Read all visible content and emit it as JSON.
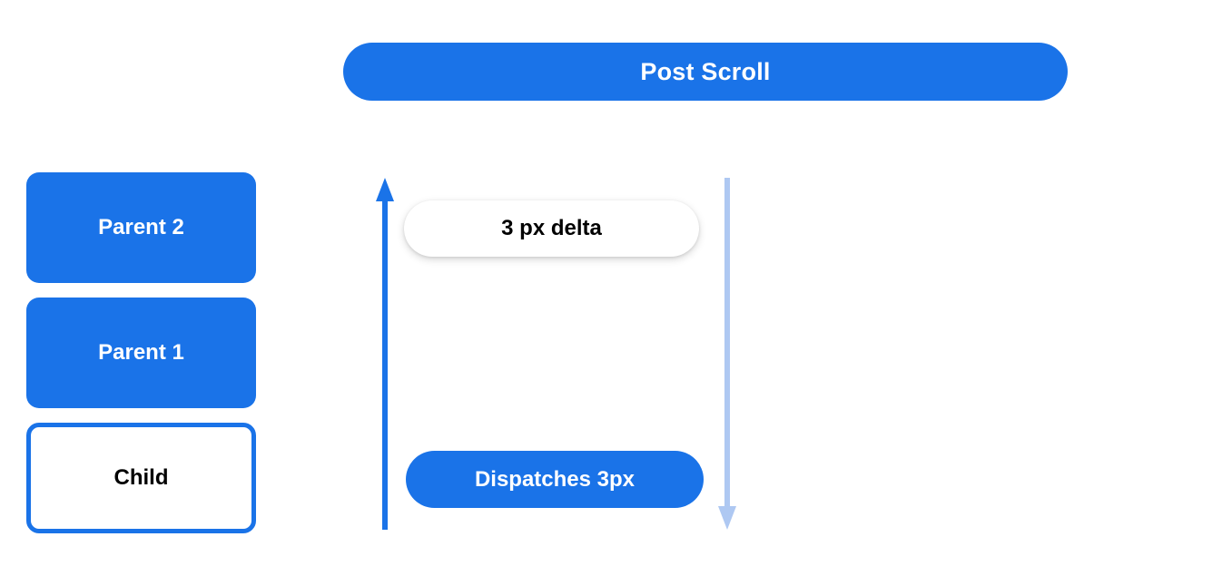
{
  "header": {
    "title": "Post Scroll",
    "background_color": "#1a73e8",
    "text_color": "#ffffff"
  },
  "stack": {
    "name": "scroll-chain-boxes",
    "items": [
      {
        "label": "Parent 2",
        "style": "filled",
        "fill": "#1a73e8",
        "text_color": "#ffffff"
      },
      {
        "label": "Parent 1",
        "style": "filled",
        "fill": "#1a73e8",
        "text_color": "#ffffff"
      },
      {
        "label": "Child",
        "style": "outlined",
        "fill": "#ffffff",
        "border_color": "#1a73e8",
        "text_color": "#000000"
      }
    ]
  },
  "flow": {
    "up_arrow": {
      "name": "scroll-bubble-up-arrow",
      "direction": "up",
      "color": "#1a73e8"
    },
    "down_arrow": {
      "name": "scroll-propagate-down-arrow",
      "direction": "down",
      "color": "#aec8f2"
    },
    "delta_label": {
      "text": "3 px delta",
      "background_color": "#ffffff",
      "text_color": "#000000"
    },
    "dispatch_label": {
      "text": "Dispatches 3px",
      "background_color": "#1a73e8",
      "text_color": "#ffffff"
    }
  },
  "colors": {
    "accent_blue": "#1a73e8",
    "light_blue": "#aec8f2",
    "page_background": "#ffffff"
  }
}
